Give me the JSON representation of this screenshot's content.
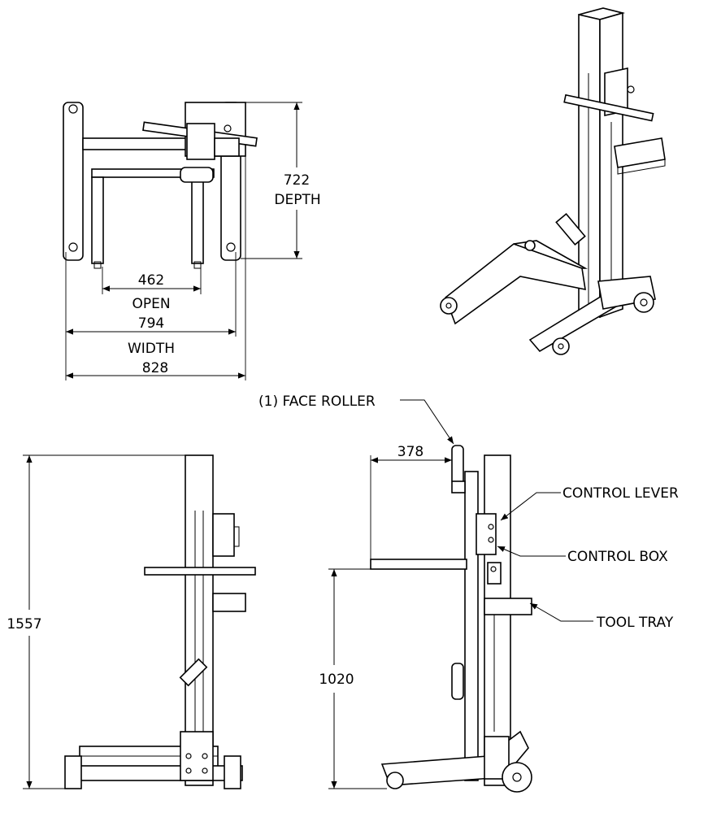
{
  "dimensions": {
    "open_value": "462",
    "open_label": "OPEN",
    "width_inner_value": "794",
    "width_label": "WIDTH",
    "width_outer_value": "828",
    "depth_value": "722",
    "depth_label": "DEPTH",
    "height_value": "1557",
    "reach_value": "378",
    "platform_height_value": "1020"
  },
  "callouts": {
    "face_roller": "(1) FACE ROLLER",
    "control_lever": "CONTROL LEVER",
    "control_box": "CONTROL BOX",
    "tool_tray": "TOOL TRAY"
  }
}
